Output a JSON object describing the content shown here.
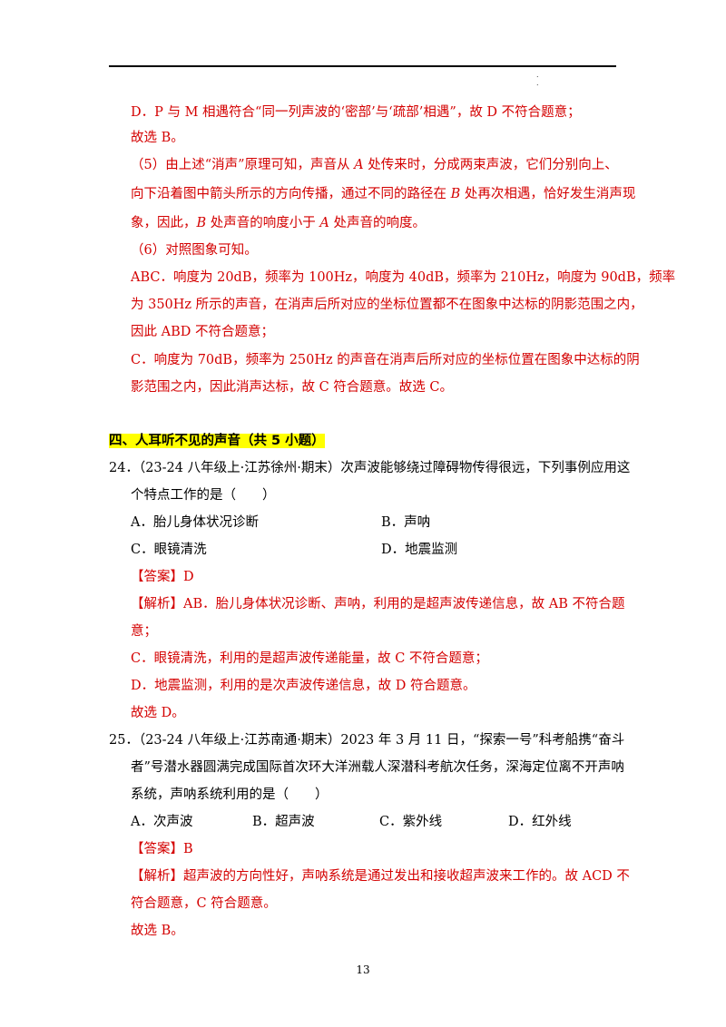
{
  "header": {
    "dots": ".\n."
  },
  "cont": {
    "l1": "D．P 与 M 相遇符合“同一列声波的‘密部’与‘疏部’相遇”，故 D 不符合题意；",
    "l2": "故选 B。",
    "p5": {
      "a": "（5）由上述“消声”原理可知，声音从 ",
      "b": "A",
      "c": " 处传来时，分成两束声波，它们分别向上、",
      "d": "向下沿着图中箭头所示的方向传播，通过不同的路径在 ",
      "e": "B",
      "f": " 处再次相遇，恰好发生消声现",
      "g": "象，因此，",
      "h": "B",
      "i": " 处声音的响度小于 ",
      "j": "A",
      "k": " 处声音的响度。"
    },
    "p6": "（6）对照图象可知。",
    "abc1": "ABC．响度为 20dB，频率为 100Hz，响度为 40dB，频率为 210Hz，响度为 90dB，频率",
    "abc2": "为 350Hz 所示的声音，在消声后所对应的坐标位置都不在图象中达标的阴影范围之内，",
    "abc3": "因此 ABD 不符合题意；",
    "c1": "C．响度为 70dB，频率为 250Hz 的声音在消声后所对应的坐标位置在图象中达标的阴",
    "c2": "影范围之内，因此消声达标，故 C 符合题意。故选 C。"
  },
  "section": {
    "title": "四、人耳听不见的声音（共 5 小题）"
  },
  "q24": {
    "l1": "24．（23-24 八年级上·江苏徐州·期末）次声波能够绕过障碍物传得很远，下列事例应用这",
    "l2": "个特点工作的是（　　）",
    "optA": "A．胎儿身体状况诊断",
    "optB": "B．声呐",
    "optC": "C．眼镜清洗",
    "optD": "D．地震监测",
    "answer": "【答案】D",
    "a1": "【解析】AB．胎儿身体状况诊断、声呐，利用的是超声波传递信息，故 AB 不符合题",
    "a2": "意；",
    "a3": "C．眼镜清洗，利用的是超声波传递能量，故 C 不符合题意；",
    "a4": "D．地震监测，利用的是次声波传递信息，故 D 符合题意。",
    "a5": "故选 D。"
  },
  "q25": {
    "l1": "25．（23-24 八年级上·江苏南通·期末）2023 年 3 月 11 日，“探索一号”科考船携“奋斗",
    "l2": "者”号潜水器圆满完成国际首次环大洋洲载人深潜科考航次任务，深海定位离不开声呐",
    "l3": "系统，声呐系统利用的是（　　）",
    "optA": "A．次声波",
    "optB": "B．超声波",
    "optC": "C．紫外线",
    "optD": "D．红外线",
    "answer": "【答案】B",
    "a1": "【解析】超声波的方向性好，声呐系统是通过发出和接收超声波来工作的。故 ACD 不",
    "a2": "符合题意，C 符合题意。",
    "a3": "故选 B。"
  },
  "footer": {
    "page_number": "13"
  }
}
